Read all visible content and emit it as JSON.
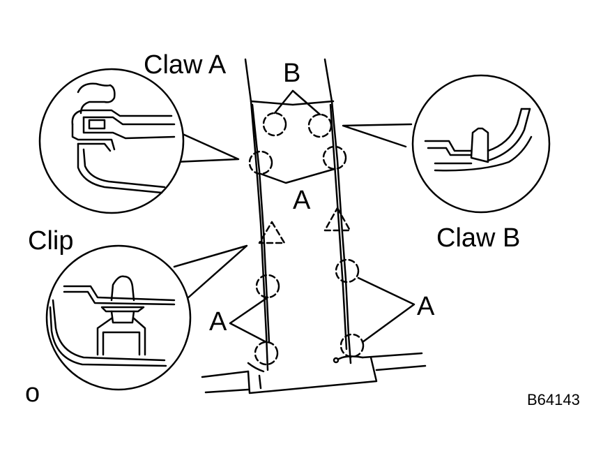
{
  "labels": {
    "claw_a": "Claw A",
    "claw_b": "Claw B",
    "clip": "Clip",
    "b": "B",
    "a_middle": "A",
    "a_left": "A",
    "a_right": "A",
    "corner_mark": "o",
    "figure_code": "B64143"
  },
  "colors": {
    "ink": "#000000",
    "background": "#ffffff"
  },
  "symbols": {
    "claw": "dashed-circle",
    "clip": "dashed-triangle"
  }
}
